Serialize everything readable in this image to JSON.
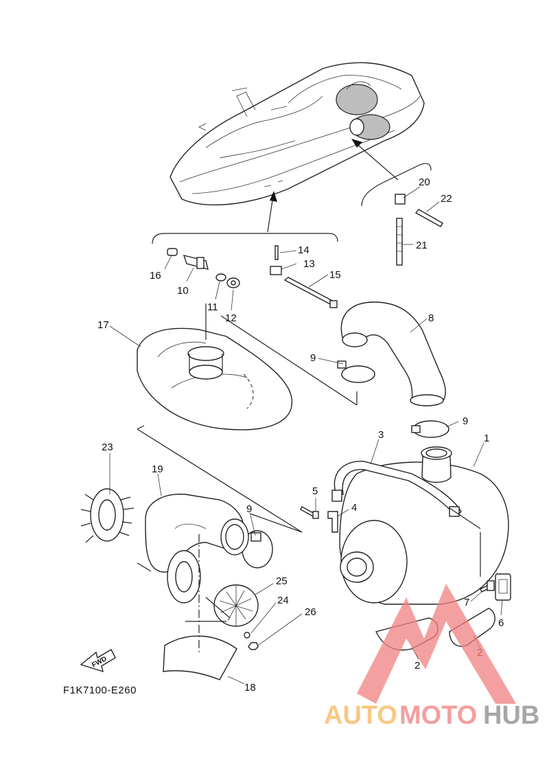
{
  "diagram_code": "F1K7100-E260",
  "fwd_label": "FWD",
  "watermark": {
    "part1": "AUTO",
    "part2": "MOTO",
    "part3": "HUB",
    "color_orange": "#f7b55a",
    "color_red": "#f08080",
    "color_gray": "#8a8a8a"
  },
  "callouts": {
    "c1": "1",
    "c2a": "2",
    "c2b": "2",
    "c3": "3",
    "c4": "4",
    "c5": "5",
    "c6": "6",
    "c7": "7",
    "c8": "8",
    "c9a": "9",
    "c9b": "9",
    "c9c": "9",
    "c10": "10",
    "c11": "11",
    "c12": "12",
    "c13": "13",
    "c14": "14",
    "c15": "15",
    "c16": "16",
    "c17": "17",
    "c18": "18",
    "c19": "19",
    "c20": "20",
    "c21": "21",
    "c22": "22",
    "c23": "23",
    "c24": "24",
    "c25": "25",
    "c26": "26"
  }
}
